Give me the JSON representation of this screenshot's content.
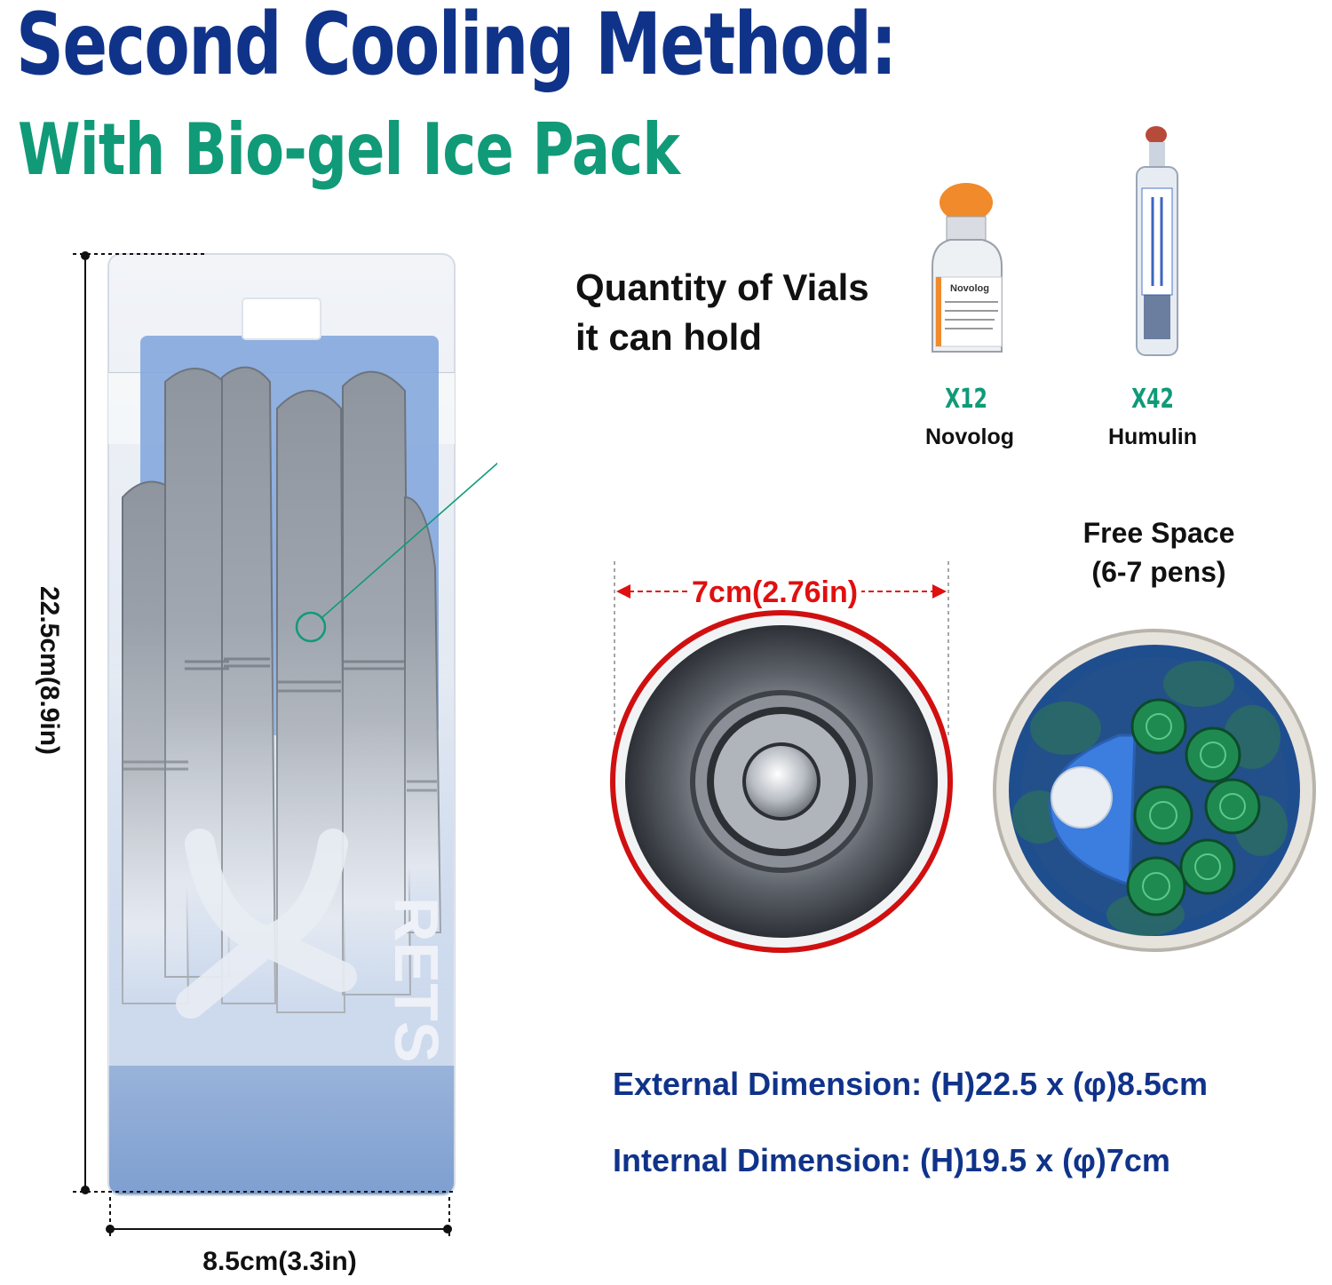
{
  "heading": {
    "title": "Second Cooling Method:",
    "subtitle": "With Bio-gel Ice Pack"
  },
  "capacity": {
    "label": "Quantity of Vials\nit can hold",
    "items": [
      {
        "count": "X12",
        "name": "Novolog",
        "icon": "insulin-vial-icon"
      },
      {
        "count": "X42",
        "name": "Humulin",
        "icon": "insulin-pen-icon"
      }
    ]
  },
  "inner_diameter": "7cm(2.76in)",
  "free_space": "Free Space\n(6-7 pens)",
  "height_label": "22.5cm(8.9in)",
  "width_label": "8.5cm(3.3in)",
  "dimensions": {
    "external": "External Dimension: (H)22.5 x (φ)8.5cm",
    "internal": "Internal Dimension: (H)19.5 x (φ)7cm"
  },
  "brand_mark": "RETS",
  "colors": {
    "title": "#10338a",
    "subtitle": "#109a78",
    "measure_red": "#e01010",
    "pack_blue": "#7e9fd0"
  }
}
